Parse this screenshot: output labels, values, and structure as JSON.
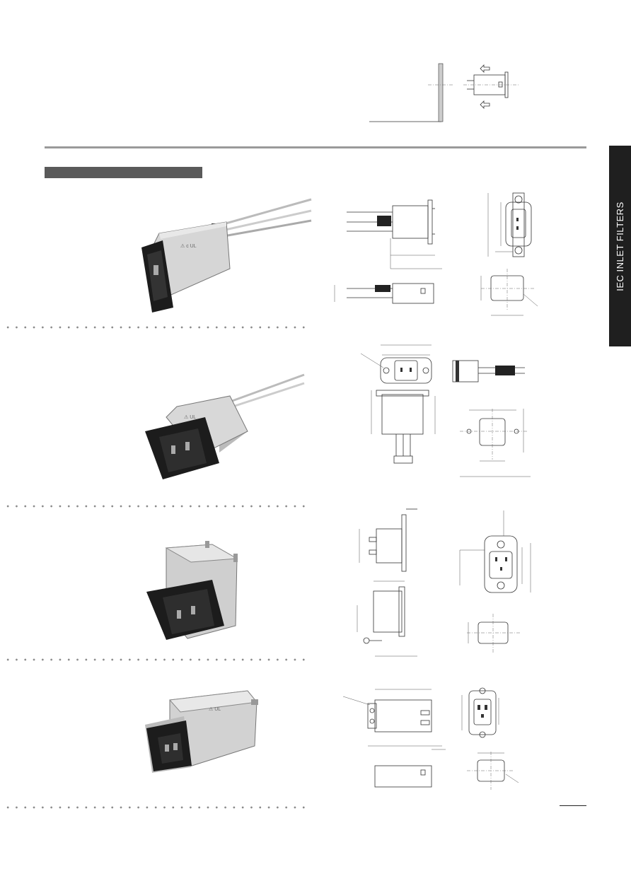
{
  "side_tab": {
    "label": "IEC INLET FILTERS"
  },
  "colors": {
    "tab_bg": "#1f1f1f",
    "section_bar": "#5a5a5a",
    "rule": "#9a9a9a"
  },
  "products": [
    {
      "photo_icon": "iec-inlet-filter-with-leads-photo"
    },
    {
      "photo_icon": "iec-inlet-filter-panel-mount-leads-photo"
    },
    {
      "photo_icon": "iec-inlet-filter-snap-in-photo"
    },
    {
      "photo_icon": "iec-c20-inlet-filter-photo"
    }
  ]
}
